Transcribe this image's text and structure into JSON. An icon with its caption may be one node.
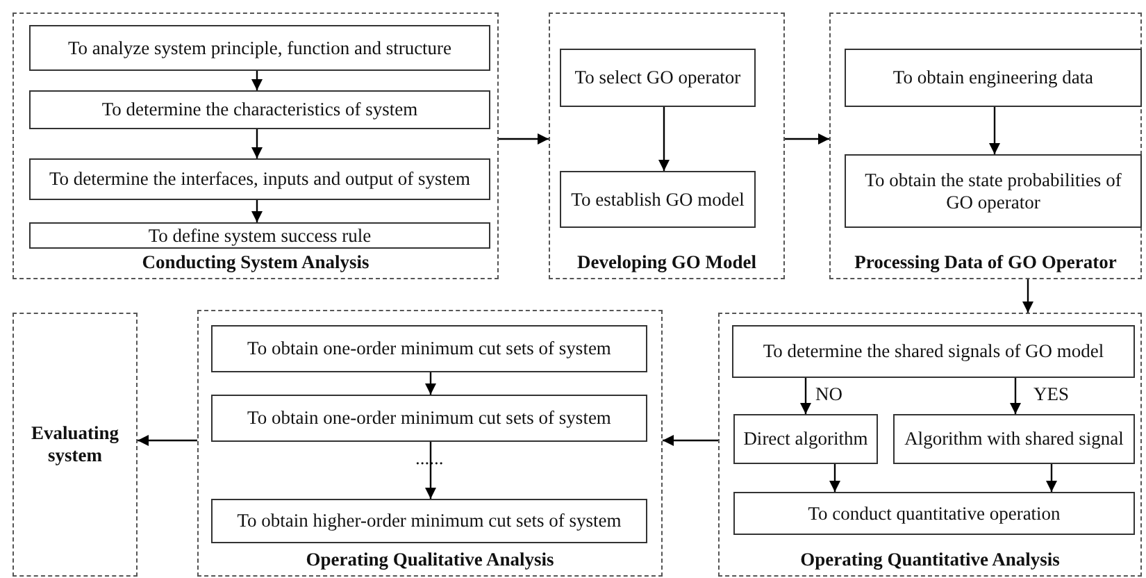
{
  "diagram": {
    "nodes": [
      {
        "text": [
          "Conducting System Analysis"
        ]
      },
      {
        "text": [
          "To analyze system principle, function and structure"
        ],
        "in": 0
      },
      {
        "text": [
          "To determine the characteristics of system"
        ],
        "in": 0
      },
      {
        "text": [
          "To determine the interfaces, inputs and output of system"
        ],
        "in": 0
      },
      {
        "text": [
          "To define system success rule"
        ],
        "in": 0
      },
      {
        "text": [
          "Developing GO Model"
        ]
      },
      {
        "text": [
          "To select GO operator"
        ],
        "in": 5
      },
      {
        "text": [
          "To establish  GO model"
        ],
        "in": 5
      },
      {
        "text": [
          "Processing Data of GO Operator"
        ]
      },
      {
        "text": [
          "To obtain engineering data"
        ],
        "in": 8
      },
      {
        "text": [
          "To obtain the state probabilities of GO operator"
        ],
        "in": 8
      },
      {
        "text": [
          "Evaluating system"
        ]
      },
      {
        "text": [
          "Operating Qualitative Analysis"
        ]
      },
      {
        "text": [
          "To obtain one-order minimum cut sets of system"
        ],
        "in": 12
      },
      {
        "text": [
          "To obtain one-order minimum cut sets of system"
        ],
        "in": 12
      },
      {
        "text": [
          "To obtain higher-order minimum cut sets of system"
        ],
        "in": 12
      },
      {
        "text": [
          "Operating Quantitative Analysis"
        ]
      },
      {
        "text": [
          "To determine the shared signals of  GO model"
        ],
        "in": 16
      },
      {
        "text": [
          "Direct algorithm"
        ],
        "in": 16
      },
      {
        "text": [
          "Algorithm with shared signal"
        ],
        "in": 16
      },
      {
        "text": [
          "To conduct quantitative operation"
        ],
        "in": 16
      }
    ],
    "edges": [
      {
        "from": 1,
        "to": 2,
        "arrow": "to"
      },
      {
        "from": 2,
        "to": 3,
        "arrow": "to"
      },
      {
        "from": 3,
        "to": 4,
        "arrow": "to"
      },
      {
        "from": 0,
        "to": 5,
        "arrow": "to"
      },
      {
        "from": 6,
        "to": 7,
        "arrow": "to"
      },
      {
        "from": 5,
        "to": 8,
        "arrow": "to"
      },
      {
        "from": 9,
        "to": 10,
        "arrow": "to"
      },
      {
        "from": 8,
        "to": 16,
        "arrow": "to"
      },
      {
        "from": 17,
        "to": 18,
        "label": "NO",
        "arrow": "to"
      },
      {
        "from": 17,
        "to": 19,
        "label": "YES",
        "arrow": "to"
      },
      {
        "from": 18,
        "to": 20,
        "arrow": "to"
      },
      {
        "from": 19,
        "to": 20,
        "arrow": "to"
      },
      {
        "from": 16,
        "to": 12,
        "arrow": "to"
      },
      {
        "from": 13,
        "to": 14,
        "arrow": "to"
      },
      {
        "from": 14,
        "to": 15,
        "label": "......",
        "arrow": "to"
      },
      {
        "from": 12,
        "to": 11,
        "arrow": "to"
      }
    ]
  }
}
